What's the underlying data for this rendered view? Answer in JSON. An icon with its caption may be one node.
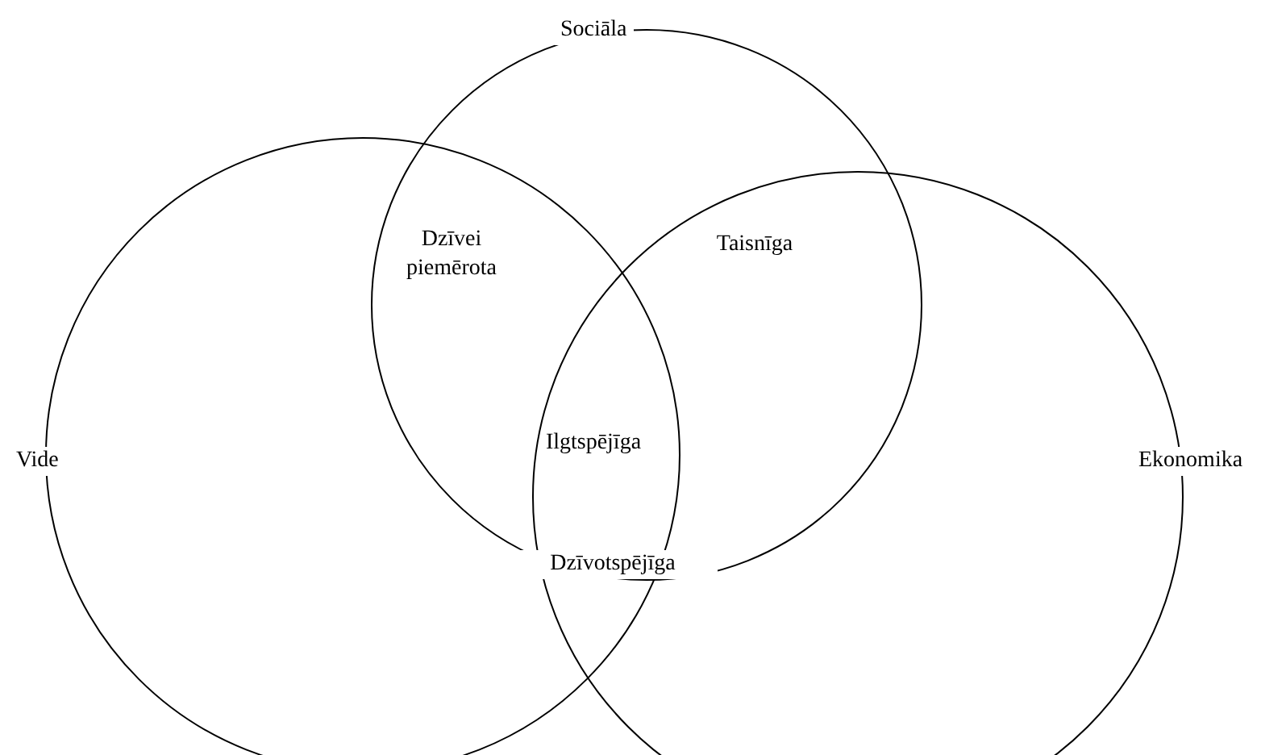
{
  "diagram": {
    "nodes": [
      {
        "text": [
          "Sociāla"
        ]
      },
      {
        "text": [
          "Vide"
        ]
      },
      {
        "text": [
          "Ekonomika"
        ]
      }
    ],
    "labels": [
      "Dzīvei piemērota",
      "Taisnīga",
      "Ilgtspējīga",
      "Dzīvotspējīga"
    ]
  }
}
